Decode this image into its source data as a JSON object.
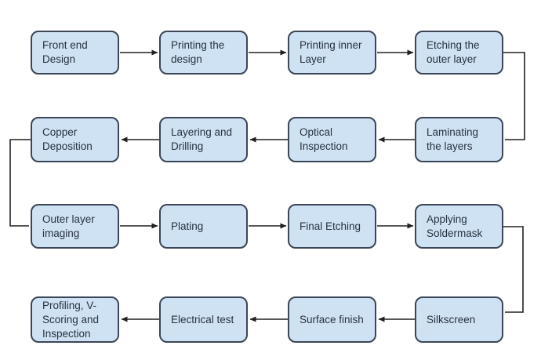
{
  "diagram": {
    "type": "flowchart",
    "background_color": "#ffffff",
    "node_fill_color": "#cfe2f3",
    "node_border_color": "#3b4656",
    "arrow_color": "#212121",
    "text_color": "#263240",
    "nodes": [
      {
        "id": "front-end-design",
        "label": "Front end\nDesign"
      },
      {
        "id": "printing-the-design",
        "label": "Printing the\ndesign"
      },
      {
        "id": "printing-inner-layer",
        "label": "Printing inner\nLayer"
      },
      {
        "id": "etching-the-outer-layer",
        "label": "Etching the\nouter layer"
      },
      {
        "id": "copper-deposition",
        "label": "Copper\nDeposition"
      },
      {
        "id": "layering-and-drilling",
        "label": "Layering and\nDrilling"
      },
      {
        "id": "optical-inspection",
        "label": "Optical\nInspection"
      },
      {
        "id": "laminating-the-layers",
        "label": "Laminating\nthe layers"
      },
      {
        "id": "outer-layer-imaging",
        "label": "Outer layer\nimaging"
      },
      {
        "id": "plating",
        "label": "Plating"
      },
      {
        "id": "final-etching",
        "label": "Final Etching"
      },
      {
        "id": "applying-soldermask",
        "label": "Applying\nSoldermask"
      },
      {
        "id": "profiling-v-scoring-and-inspection",
        "label": "Profiling, V-\nScoring and\nInspection"
      },
      {
        "id": "electrical-test",
        "label": "Electrical test"
      },
      {
        "id": "surface-finish",
        "label": "Surface finish"
      },
      {
        "id": "silkscreen",
        "label": "Silkscreen"
      }
    ],
    "edges": [
      {
        "from": "front-end-design",
        "to": "printing-the-design"
      },
      {
        "from": "printing-the-design",
        "to": "printing-inner-layer"
      },
      {
        "from": "printing-inner-layer",
        "to": "etching-the-outer-layer"
      },
      {
        "from": "etching-the-outer-layer",
        "to": "laminating-the-layers"
      },
      {
        "from": "laminating-the-layers",
        "to": "optical-inspection"
      },
      {
        "from": "optical-inspection",
        "to": "layering-and-drilling"
      },
      {
        "from": "layering-and-drilling",
        "to": "copper-deposition"
      },
      {
        "from": "copper-deposition",
        "to": "outer-layer-imaging"
      },
      {
        "from": "outer-layer-imaging",
        "to": "plating"
      },
      {
        "from": "plating",
        "to": "final-etching"
      },
      {
        "from": "final-etching",
        "to": "applying-soldermask"
      },
      {
        "from": "applying-soldermask",
        "to": "silkscreen"
      },
      {
        "from": "silkscreen",
        "to": "surface-finish"
      },
      {
        "from": "surface-finish",
        "to": "electrical-test"
      },
      {
        "from": "electrical-test",
        "to": "profiling-v-scoring-and-inspection"
      }
    ]
  }
}
